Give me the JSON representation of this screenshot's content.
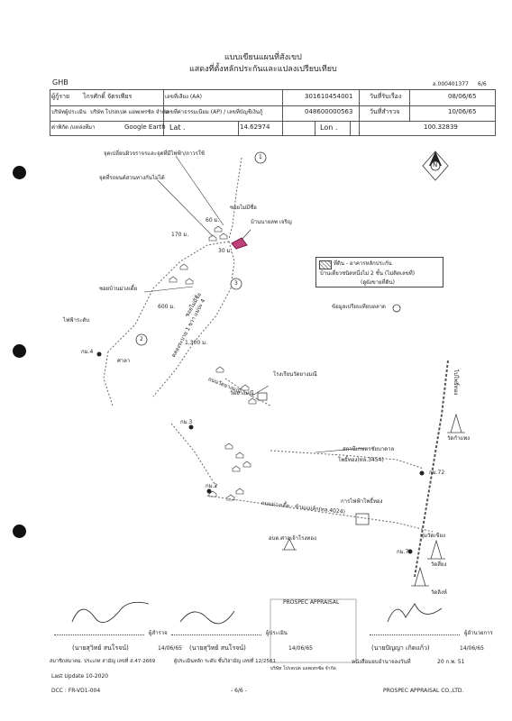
{
  "page_id": "อ.000401377",
  "page_frac": "6/6",
  "title_line1": "แบบเขียนแผนที่สังเขป",
  "title_line2": "แสดงที่ตั้งหลักประกันและแปลงเปรียบเทียบ",
  "ghb": "GHB",
  "header": {
    "borrower_label": "ผู้กู้ราย",
    "borrower_value": "ไกรศักดิ์ จัตรเพียร",
    "asset_no_label": "เลขที่เสียง (AA)",
    "asset_no_value": "301610454001",
    "receive_date_label": "วันที่รับเรื่อง",
    "receive_date_value": "08/06/65",
    "company_label": "บริษัทผู้ประเมิน",
    "company_value": "บริษัท โปรสเปค แอพเพรซัล จำกัด",
    "ap_label": "เลขที่ค่าธรรมเนียม (AP) / เลขที่บัญชีเงินกู้",
    "ap_value": "048600000563",
    "survey_date_label": "วันที่สำรวจ",
    "survey_date_value": "10/06/65",
    "coord_label": "ค่าพิกัด /แหล่งที่มา",
    "coord_source": "Google Earth",
    "lat_label": "Lat .",
    "lat_value": "14.62974",
    "lon_label": "Lon .",
    "lon_value": "100.32839"
  },
  "map_labels": {
    "change_point": "จุดเปลี่ยนผิวจราจรและจุดที่มีไฟฟ้า/ถาวรใช้",
    "junction": "จุดที่รถยนต์สวนทางกันไม่ได้",
    "no_name": "ซอยไม่มีชื่อ",
    "house": "บ้านนายลพ เจริญ",
    "d60": "60 ม.",
    "d170": "170 ม.",
    "d30": "30 ม.",
    "soi_ban_muang": "ซอยบ้านม่วงเตี้ย",
    "d600": "600 ม.",
    "no_name_vert": "ซอยไม่มีชื่อ",
    "canal_road": "คลองระบาย 1 ขวา แม่ปะ 4",
    "d1300": "1,300 ม.",
    "power_left": "ไฟฟ้าระดับ",
    "km4": "กม.4",
    "sala": "ศาลา",
    "school_road": "ถนนวัดยางมณี",
    "school": "โรงเรียนวัดยางมณี",
    "temple_yangmanee": "วัดยางมณี",
    "km3": "กม.3",
    "km2": "กม.2",
    "station": "สถานีเกษตรชัยบาดาล",
    "station_road": "โพธิ์ทอง(ทล.3454)",
    "km72": "กม.72",
    "main_road_vert": "ไปโพธิ์ทอง",
    "temple_khamlang": "วัดกำแพง",
    "main_road": "ถนนม่วงเตี้ย - ข้ามแม่ลัก(ทล.4024)",
    "power_office": "การไฟฟ้าโพธิ์ทอง",
    "shrine": "อบต.ศาลเจ้าโรงทอง",
    "chutak": "ชุ่มวัดเขียง",
    "km73": "กม.73",
    "temple_sieo": "วัดสี่ยง",
    "temple_ling": "วัดลิงห์",
    "compare_pt": "ข้อมูลเปรียบเทียบตลาด",
    "north": "N",
    "circle1": "1",
    "circle2": "2",
    "circle3": "3",
    "legend_line1": "ที่ดิน - อาคารหลักประกัน",
    "legend_line2": "บ้านเดี่ยวชนิดหนึ่งไม่ 2 ชั้น (ไม่ติดเลขที่)",
    "legend_line3": "(ดูผังขายที่ดิน)"
  },
  "signatures": {
    "surveyor_role": "ผู้สำรวจ",
    "surveyor_name": "(นายสุวิทย์ สนโรจน์)",
    "surveyor_date": "14/06/65",
    "surveyor_license": "สมาชิกสมาคม. ประเภท สามัญ เลขที่ ส.47-2669",
    "appraiser_role": "ผู้ประเมิน",
    "appraiser_name": "(นายสุวิทย์ สนโรจน์)",
    "appraiser_date": "14/06/65",
    "appraiser_license": "ผู้ประเมินหลัก ระดับ ชั้นวิสามัญ เลขที่ 12/2561",
    "reviewer_role": "ผู้อำนวยการ",
    "reviewer_name": "(นายปัญญา เกิดแก้ว)",
    "reviewer_date": "14/06/65",
    "reviewer_note": "หนังสือมอบอำนาจลงวันที่",
    "reviewer_note_date": "20 ก.พ. 51",
    "stamp_text": "PROSPEC APPRAISAL",
    "stamp_sub": "บริษัท โปรสเปค แอพเพรซัล จำกัด"
  },
  "footer": {
    "last_update": "Last Update 10-2020",
    "dcc": "DCC : FR-VD1-004",
    "page": "- 6/6 -",
    "company": "PROSPEC APPRAISAL CO.,LTD."
  }
}
